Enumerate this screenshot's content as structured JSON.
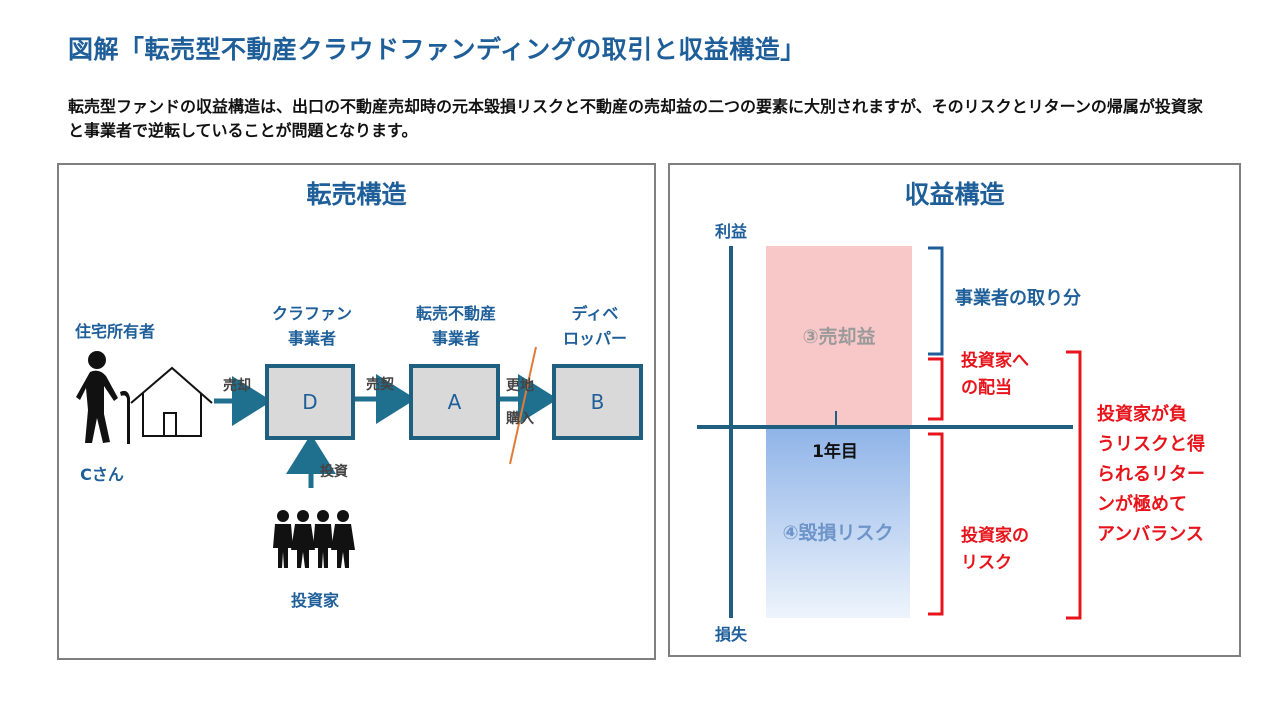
{
  "title": "図解「転売型不動産クラウドファンディングの取引と収益構造」",
  "description": "転売型ファンドの収益構造は、出口の不動産売却時の元本毀損リスクと不動産の売却益の二つの要素に大別されますが、そのリスクとリターンの帰属が投資家と事業者で逆転していることが問題となります。",
  "left_panel": {
    "title": "転売構造",
    "owner_label": "住宅所有者",
    "owner_name": "Cさん",
    "crowdfunding_label_1": "クラファン",
    "crowdfunding_label_2": "事業者",
    "resale_label_1": "転売不動産",
    "resale_label_2": "事業者",
    "developer_label_1": "ディベ",
    "developer_label_2": "ロッパー",
    "box_d": "D",
    "box_a": "A",
    "box_b": "B",
    "arrow_sale": "売却",
    "arrow_contract": "売契",
    "arrow_update_1": "更地",
    "arrow_update_2": "購入",
    "arrow_invest": "投資",
    "investors_label": "投資家",
    "colors": {
      "box_fill": "#d9d9d9",
      "box_border": "#1f5f7f",
      "arrow": "#1f6f8f",
      "cross": "#e07b39"
    }
  },
  "right_panel": {
    "title": "収益構造",
    "axis_top": "利益",
    "axis_bottom": "損失",
    "year_label": "1年目",
    "profit_bar": "③売却益",
    "loss_bar": "④毀損リスク",
    "operator_share": "事業者の取り分",
    "investor_dividend_1": "投資家へ",
    "investor_dividend_2": "の配当",
    "investor_risk_1": "投資家の",
    "investor_risk_2": "リスク",
    "imbalance_lines": [
      "投資家が負",
      "うリスクと得",
      "られるリター",
      "ンが極めて",
      "アンバランス"
    ],
    "colors": {
      "profit": "#f8c8c8",
      "loss_top": "#8fb4e8",
      "loss_bottom": "#e8f0fb",
      "axis": "#1f5f7f",
      "red": "#e8141b"
    }
  }
}
